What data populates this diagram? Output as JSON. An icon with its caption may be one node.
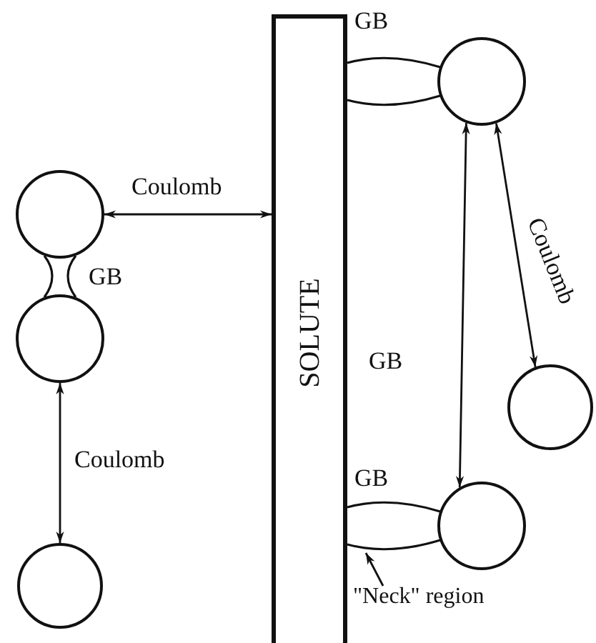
{
  "diagram": {
    "nodes": [
      {
        "text": [
          "SOLUTE"
        ]
      },
      {
        "text": [],
        "shape": "circle"
      },
      {
        "text": [],
        "shape": "circle"
      },
      {
        "text": [],
        "shape": "circle"
      },
      {
        "text": [],
        "shape": "circle"
      },
      {
        "text": [],
        "shape": "circle"
      },
      {
        "text": [],
        "shape": "circle"
      },
      {
        "text": [
          "\"Neck\" region"
        ]
      },
      {
        "text": [],
        "shape": "neck"
      },
      {
        "text": [],
        "shape": "neck"
      },
      {
        "text": [],
        "shape": "neck"
      }
    ],
    "edges": [
      {
        "from": 1,
        "to": 0,
        "arrow": "both",
        "label": "Coulomb"
      },
      {
        "from": 2,
        "to": 3,
        "arrow": "both",
        "label": "Coulomb"
      },
      {
        "from": 4,
        "to": 5,
        "arrow": "both",
        "label": "Coulomb"
      },
      {
        "from": 4,
        "to": 6,
        "arrow": "both",
        "label": "GB"
      },
      {
        "from": 7,
        "to": 10,
        "arrow": "to"
      }
    ],
    "labels": [
      "GB",
      "GB",
      "GB"
    ]
  }
}
